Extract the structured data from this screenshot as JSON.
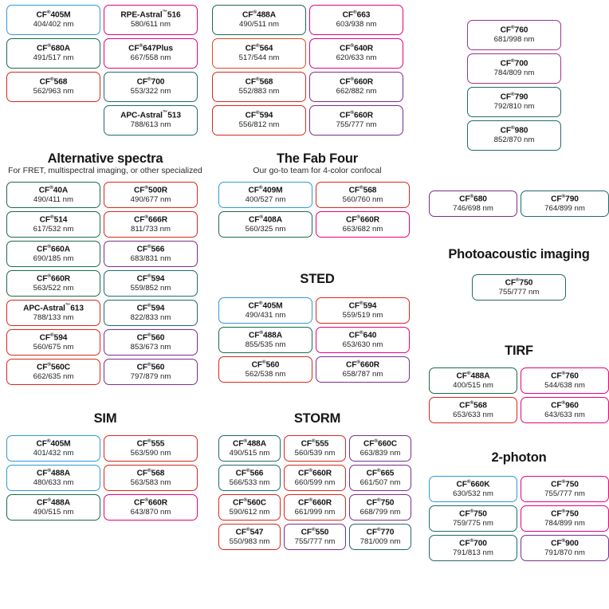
{
  "colors": {
    "blue": "#2e9ad4",
    "green": "#1a6b4a",
    "red": "#d8271c",
    "magenta": "#e6007e",
    "purple": "#7b2d8e",
    "teal": "#1f6b6b",
    "orange": "#e04a20",
    "plum": "#a0338c",
    "background": "#ffffff",
    "text": "#1b1b1b"
  },
  "units": "nm",
  "sections": [
    {
      "id": "top-left",
      "title": "",
      "subtitle": "",
      "columns": 2,
      "chips": [
        {
          "name": "CF",
          "sup": "®",
          "code": "405M",
          "spec": "404/402 nm",
          "color": "blue"
        },
        {
          "name": "RPE-Astral",
          "sup": "™",
          "code": "516",
          "spec": "580/611 nm",
          "color": "magenta"
        },
        {
          "name": "CF",
          "sup": "®",
          "code": "680A",
          "spec": "491/517 nm",
          "color": "green"
        },
        {
          "name": "CF",
          "sup": "®",
          "code": "647Plus",
          "spec": "667/558 nm",
          "color": "magenta"
        },
        {
          "name": "CF",
          "sup": "®",
          "code": "568",
          "spec": "562/963 nm",
          "color": "red"
        },
        {
          "name": "CF",
          "sup": "®",
          "code": "700",
          "spec": "553/322 nm",
          "color": "teal"
        },
        {
          "name": "",
          "sup": "",
          "code": "",
          "spec": "",
          "color": "none"
        },
        {
          "name": "APC-Astral",
          "sup": "™",
          "code": "513",
          "spec": "788/613 nm",
          "color": "teal"
        }
      ]
    },
    {
      "id": "top-middle",
      "title": "",
      "subtitle": "",
      "columns": 2,
      "chips": [
        {
          "name": "CF",
          "sup": "®",
          "code": "488A",
          "spec": "490/511 nm",
          "color": "green"
        },
        {
          "name": "CF",
          "sup": "®",
          "code": "663",
          "spec": "603/938 nm",
          "color": "magenta"
        },
        {
          "name": "CF",
          "sup": "®",
          "code": "564",
          "spec": "517/544 nm",
          "color": "orange"
        },
        {
          "name": "CF",
          "sup": "®",
          "code": "640R",
          "spec": "620/633 nm",
          "color": "magenta"
        },
        {
          "name": "CF",
          "sup": "®",
          "code": "568",
          "spec": "552/883 nm",
          "color": "red"
        },
        {
          "name": "CF",
          "sup": "®",
          "code": "660R",
          "spec": "662/882 nm",
          "color": "purple"
        },
        {
          "name": "CF",
          "sup": "®",
          "code": "594",
          "spec": "556/812 nm",
          "color": "red"
        },
        {
          "name": "CF",
          "sup": "®",
          "code": "660R",
          "spec": "755/777 nm",
          "color": "purple"
        }
      ]
    },
    {
      "id": "top-right",
      "title": "",
      "subtitle": "",
      "columns": 1,
      "chips": [
        {
          "name": "CF",
          "sup": "®",
          "code": "760",
          "spec": "681/998 nm",
          "color": "plum"
        },
        {
          "name": "CF",
          "sup": "®",
          "code": "700",
          "spec": "784/809 nm",
          "color": "plum"
        },
        {
          "name": "CF",
          "sup": "®",
          "code": "790",
          "spec": "792/810 nm",
          "color": "teal"
        },
        {
          "name": "CF",
          "sup": "®",
          "code": "980",
          "spec": "852/870 nm",
          "color": "teal"
        }
      ]
    },
    {
      "id": "alternative-spectra",
      "title": "Alternative spectra",
      "subtitle": "For FRET, multispectral imaging, or other specialized",
      "columns": 2,
      "chips": [
        {
          "name": "CF",
          "sup": "®",
          "code": "40A",
          "spec": "490/411 nm",
          "color": "green"
        },
        {
          "name": "CF",
          "sup": "®",
          "code": "500R",
          "spec": "490/677 nm",
          "color": "red"
        },
        {
          "name": "CF",
          "sup": "®",
          "code": "514",
          "spec": "617/532 nm",
          "color": "green"
        },
        {
          "name": "CF",
          "sup": "®",
          "code": "666R",
          "spec": "811/733 nm",
          "color": "red"
        },
        {
          "name": "CF",
          "sup": "®",
          "code": "660A",
          "spec": "690/185 nm",
          "color": "green"
        },
        {
          "name": "CF",
          "sup": "®",
          "code": "566",
          "spec": "683/831 nm",
          "color": "purple"
        },
        {
          "name": "CF",
          "sup": "®",
          "code": "660R",
          "spec": "563/522 nm",
          "color": "green"
        },
        {
          "name": "CF",
          "sup": "®",
          "code": "594",
          "spec": "559/852 nm",
          "color": "teal"
        },
        {
          "name": "APC-Astral",
          "sup": "™",
          "code": "613",
          "spec": "788/133 nm",
          "color": "red"
        },
        {
          "name": "CF",
          "sup": "®",
          "code": "594",
          "spec": "822/833 nm",
          "color": "teal"
        },
        {
          "name": "CF",
          "sup": "®",
          "code": "594",
          "spec": "560/675 nm",
          "color": "red"
        },
        {
          "name": "CF",
          "sup": "®",
          "code": "560",
          "spec": "853/673 nm",
          "color": "purple"
        },
        {
          "name": "CF",
          "sup": "®",
          "code": "560C",
          "spec": "662/635 nm",
          "color": "red"
        },
        {
          "name": "CF",
          "sup": "®",
          "code": "560",
          "spec": "797/879 nm",
          "color": "purple"
        }
      ]
    },
    {
      "id": "fab-four",
      "title": "The Fab Four",
      "subtitle": "Our go-to team for 4-color confocal",
      "columns": 2,
      "chips": [
        {
          "name": "CF",
          "sup": "®",
          "code": "409M",
          "spec": "400/527 nm",
          "color": "blue"
        },
        {
          "name": "CF",
          "sup": "®",
          "code": "568",
          "spec": "560/760 nm",
          "color": "red"
        },
        {
          "name": "CF",
          "sup": "®",
          "code": "408A",
          "spec": "560/325 nm",
          "color": "green"
        },
        {
          "name": "CF",
          "sup": "®",
          "code": "660R",
          "spec": "663/682 nm",
          "color": "magenta"
        }
      ]
    },
    {
      "id": "sted",
      "title": "STED",
      "subtitle": "",
      "columns": 2,
      "chips": [
        {
          "name": "CF",
          "sup": "®",
          "code": "405M",
          "spec": "490/431 nm",
          "color": "blue"
        },
        {
          "name": "CF",
          "sup": "®",
          "code": "594",
          "spec": "559/519 nm",
          "color": "red"
        },
        {
          "name": "CF",
          "sup": "®",
          "code": "488A",
          "spec": "855/535 nm",
          "color": "green"
        },
        {
          "name": "CF",
          "sup": "®",
          "code": "640",
          "spec": "653/630 nm",
          "color": "magenta"
        },
        {
          "name": "CF",
          "sup": "®",
          "code": "560",
          "spec": "562/538 nm",
          "color": "red"
        },
        {
          "name": "CF",
          "sup": "®",
          "code": "660R",
          "spec": "658/787 nm",
          "color": "purple"
        }
      ]
    },
    {
      "id": "sim",
      "title": "SIM",
      "subtitle": "",
      "columns": 2,
      "chips": [
        {
          "name": "CF",
          "sup": "®",
          "code": "405M",
          "spec": "401/432 nm",
          "color": "blue"
        },
        {
          "name": "CF",
          "sup": "®",
          "code": "555",
          "spec": "563/590 nm",
          "color": "red"
        },
        {
          "name": "CF",
          "sup": "®",
          "code": "488A",
          "spec": "480/633 nm",
          "color": "blue"
        },
        {
          "name": "CF",
          "sup": "®",
          "code": "568",
          "spec": "563/583 nm",
          "color": "red"
        },
        {
          "name": "CF",
          "sup": "®",
          "code": "488A",
          "spec": "490/515 nm",
          "color": "green"
        },
        {
          "name": "CF",
          "sup": "®",
          "code": "660R",
          "spec": "643/870 nm",
          "color": "magenta"
        }
      ]
    },
    {
      "id": "storm",
      "title": "STORM",
      "subtitle": "",
      "columns": 3,
      "chips": [
        {
          "name": "CF",
          "sup": "®",
          "code": "488A",
          "spec": "490/515 nm",
          "color": "teal"
        },
        {
          "name": "CF",
          "sup": "®",
          "code": "555",
          "spec": "560/539 nm",
          "color": "red"
        },
        {
          "name": "CF",
          "sup": "®",
          "code": "660C",
          "spec": "663/839 nm",
          "color": "purple"
        },
        {
          "name": "CF",
          "sup": "®",
          "code": "566",
          "spec": "566/533 nm",
          "color": "teal"
        },
        {
          "name": "CF",
          "sup": "®",
          "code": "660R",
          "spec": "660/599 nm",
          "color": "red"
        },
        {
          "name": "CF",
          "sup": "®",
          "code": "665",
          "spec": "661/507 nm",
          "color": "purple"
        },
        {
          "name": "CF",
          "sup": "®",
          "code": "560C",
          "spec": "590/612 nm",
          "color": "red"
        },
        {
          "name": "CF",
          "sup": "®",
          "code": "660R",
          "spec": "661/999 nm",
          "color": "red"
        },
        {
          "name": "CF",
          "sup": "®",
          "code": "750",
          "spec": "668/799 nm",
          "color": "purple"
        },
        {
          "name": "CF",
          "sup": "®",
          "code": "547",
          "spec": "550/983 nm",
          "color": "red"
        },
        {
          "name": "CF",
          "sup": "®",
          "code": "550",
          "spec": "755/777 nm",
          "color": "purple"
        },
        {
          "name": "CF",
          "sup": "®",
          "code": "770",
          "spec": "781/009 nm",
          "color": "teal"
        }
      ]
    },
    {
      "id": "right-pair",
      "title": "",
      "subtitle": "",
      "columns": 2,
      "chips": [
        {
          "name": "CF",
          "sup": "®",
          "code": "680",
          "spec": "746/698 nm",
          "color": "purple"
        },
        {
          "name": "CF",
          "sup": "®",
          "code": "790",
          "spec": "764/899 nm",
          "color": "teal"
        }
      ]
    },
    {
      "id": "photoacoustic",
      "title": "Photoacoustic imaging",
      "subtitle": "",
      "columns": 1,
      "chips": [
        {
          "name": "CF",
          "sup": "®",
          "code": "750",
          "spec": "755/777 nm",
          "color": "teal"
        }
      ]
    },
    {
      "id": "tirf",
      "title": "TIRF",
      "subtitle": "",
      "columns": 2,
      "chips": [
        {
          "name": "CF",
          "sup": "®",
          "code": "488A",
          "spec": "400/515 nm",
          "color": "green"
        },
        {
          "name": "CF",
          "sup": "®",
          "code": "760",
          "spec": "544/638 nm",
          "color": "magenta"
        },
        {
          "name": "CF",
          "sup": "®",
          "code": "568",
          "spec": "653/633 nm",
          "color": "red"
        },
        {
          "name": "CF",
          "sup": "®",
          "code": "960",
          "spec": "643/633 nm",
          "color": "magenta"
        }
      ]
    },
    {
      "id": "two-photon",
      "title": "2-photon",
      "subtitle": "",
      "columns": 2,
      "chips": [
        {
          "name": "CF",
          "sup": "®",
          "code": "660K",
          "spec": "630/532 nm",
          "color": "blue"
        },
        {
          "name": "CF",
          "sup": "®",
          "code": "750",
          "spec": "755/777 nm",
          "color": "magenta"
        },
        {
          "name": "CF",
          "sup": "®",
          "code": "750",
          "spec": "759/775 nm",
          "color": "teal"
        },
        {
          "name": "CF",
          "sup": "®",
          "code": "750",
          "spec": "784/899 nm",
          "color": "magenta"
        },
        {
          "name": "CF",
          "sup": "®",
          "code": "700",
          "spec": "791/813 nm",
          "color": "teal"
        },
        {
          "name": "CF",
          "sup": "®",
          "code": "900",
          "spec": "791/870 nm",
          "color": "purple"
        }
      ]
    }
  ]
}
